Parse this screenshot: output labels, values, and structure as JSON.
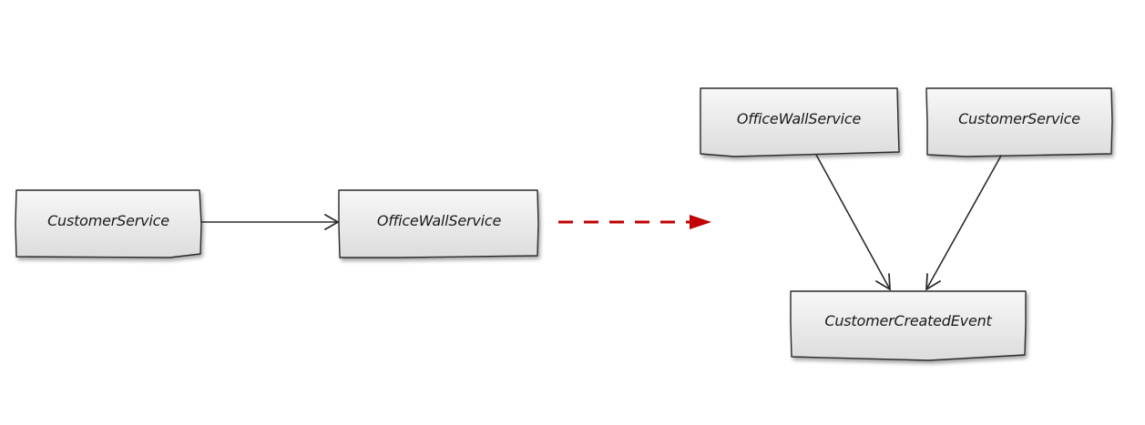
{
  "colors": {
    "box_fill_top": "#f7f7f7",
    "box_fill_bottom": "#dcdcdc",
    "stroke": "#2b2b2b",
    "transition_arrow": "#c00000"
  },
  "before": {
    "customer_service": "CustomerService",
    "office_wall_service": "OfficeWallService"
  },
  "after": {
    "office_wall_service": "OfficeWallService",
    "customer_service": "CustomerService",
    "customer_created_event": "CustomerCreatedEvent"
  }
}
